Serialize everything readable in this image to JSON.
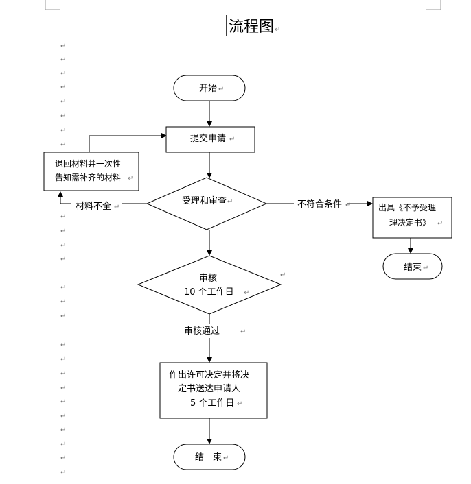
{
  "document": {
    "title": "流程图",
    "paragraph_mark": "↵"
  },
  "flowchart": {
    "start": "开始",
    "submit": "提交申请",
    "return_materials": [
      "退回材料并一次性",
      "告知需补齐的材料"
    ],
    "accept_review": "受理和审查",
    "incomplete": "材料不全",
    "not_qualified": "不符合条件",
    "rejection": [
      "出具《不予受理",
      "理决定书》"
    ],
    "end_reject": "结束",
    "audit": [
      "审核",
      "10 个工作日"
    ],
    "audit_passed": "审核通过",
    "decision": [
      "作出许可决定并将决",
      "定书送达申请人",
      "5 个工作日"
    ],
    "end": "结　束"
  }
}
